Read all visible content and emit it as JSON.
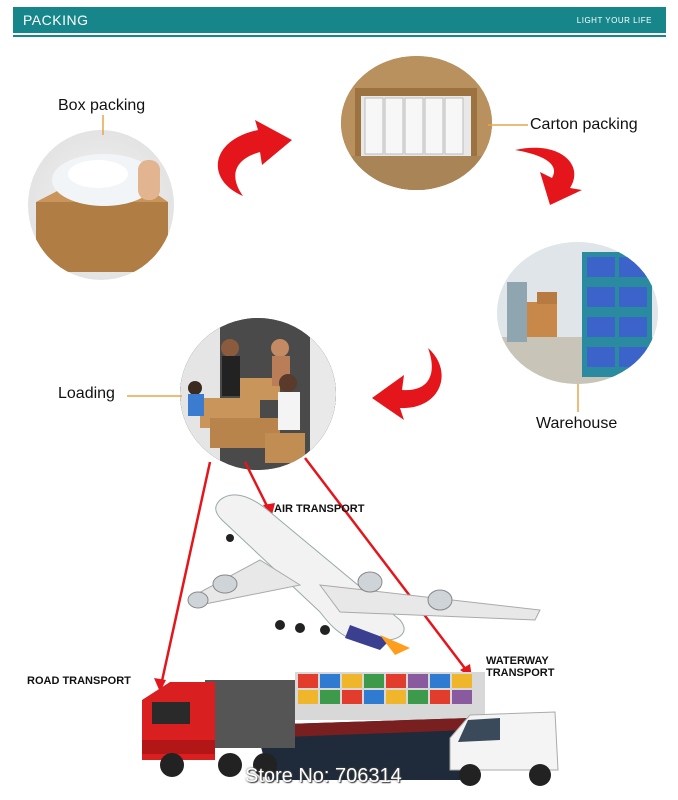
{
  "header": {
    "title": "PACKING",
    "tagline": "LIGHT YOUR LIFE"
  },
  "steps": {
    "box": "Box packing",
    "carton": "Carton packing",
    "warehouse": "Warehouse",
    "loading": "Loading"
  },
  "transport": {
    "air": "AIR TRANSPORT",
    "road": "ROAD TRANSPORT",
    "waterway_1": "WATERWAY",
    "waterway_2": "TRANSPORT"
  },
  "store": "Store No: 706314",
  "colors": {
    "header": "#17868a",
    "arrow": "#e4161c",
    "leader": "#e8a54a"
  },
  "icons": [
    "curved-arrow-icon"
  ]
}
